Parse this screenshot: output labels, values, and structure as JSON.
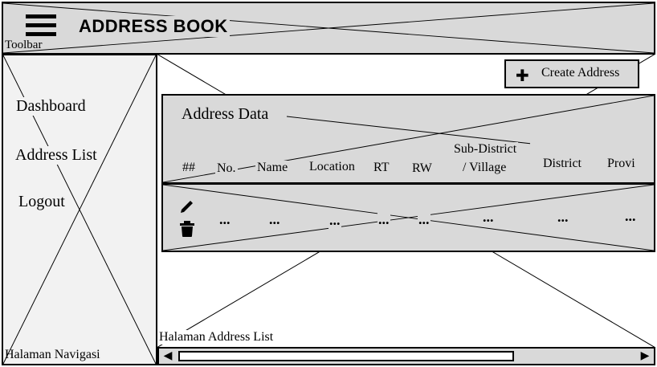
{
  "toolbar": {
    "title": "ADDRESS BOOK",
    "caption": "Toolbar",
    "menu_icon": "hamburger-menu-icon"
  },
  "sidebar": {
    "items": [
      {
        "label": "Dashboard"
      },
      {
        "label": "Address List"
      },
      {
        "label": "Logout"
      }
    ],
    "caption": "Halaman Navigasi"
  },
  "main": {
    "create_button": {
      "label": "Create Address",
      "icon": "plus-icon"
    },
    "panel_title": "Address Data",
    "columns": [
      "##",
      "No.",
      "Name",
      "Location",
      "RT",
      "RW",
      "Sub-District",
      "/ Village",
      "District",
      "Provi"
    ],
    "row": {
      "actions": [
        "edit-pencil-icon",
        "delete-trash-icon"
      ],
      "cells": [
        "...",
        "...",
        "...",
        "...",
        "...",
        "...",
        "...",
        "..."
      ]
    },
    "caption": "Halaman Address List"
  },
  "scrollbar": {
    "left_arrow": "◀",
    "right_arrow": "▶"
  },
  "colors": {
    "panel_gray": "#d9d9d9",
    "sidebar_gray": "#f2f2f2",
    "border": "#000000"
  }
}
